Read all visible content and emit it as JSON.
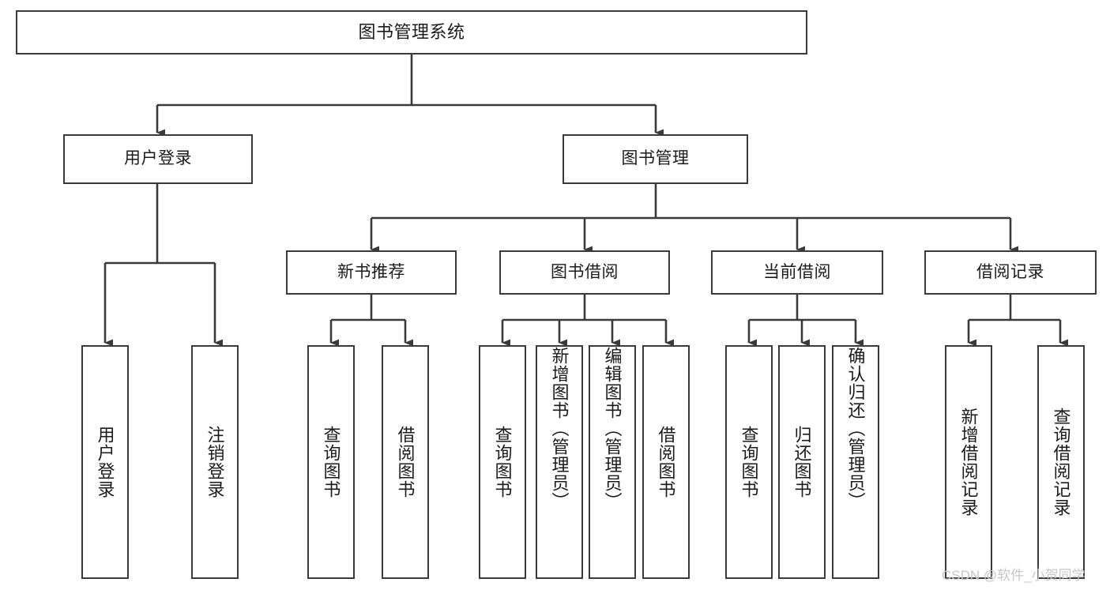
{
  "diagram": {
    "title": "图书管理系统",
    "type": "tree-hierarchy",
    "stroke_color": "#3a3a3a",
    "text_color": "#1b1b1b",
    "background_color": "#ffffff",
    "levels": {
      "root": {
        "label": "图书管理系统"
      },
      "level2": [
        {
          "label": "用户登录"
        },
        {
          "label": "图书管理"
        }
      ],
      "level3": [
        {
          "label": "新书推荐"
        },
        {
          "label": "图书借阅"
        },
        {
          "label": "当前借阅"
        },
        {
          "label": "借阅记录"
        }
      ],
      "leaves": [
        {
          "label": "用户登录",
          "parent": "用户登录"
        },
        {
          "label": "注销登录",
          "parent": "用户登录"
        },
        {
          "label": "查询图书",
          "parent": "新书推荐"
        },
        {
          "label": "借阅图书",
          "parent": "新书推荐"
        },
        {
          "label": "查询图书",
          "parent": "图书借阅"
        },
        {
          "label": "新增图书（管理员）",
          "parent": "图书借阅"
        },
        {
          "label": "编辑图书（管理员）",
          "parent": "图书借阅"
        },
        {
          "label": "借阅图书",
          "parent": "图书借阅"
        },
        {
          "label": "查询图书",
          "parent": "当前借阅"
        },
        {
          "label": "归还图书",
          "parent": "当前借阅"
        },
        {
          "label": "确认归还（管理员）",
          "parent": "当前借阅"
        },
        {
          "label": "新增借阅记录",
          "parent": "借阅记录"
        },
        {
          "label": "查询借阅记录",
          "parent": "借阅记录"
        }
      ]
    }
  },
  "watermark": {
    "text": "CSDN @软件_小贺同学",
    "color": "#c7c7c7"
  }
}
